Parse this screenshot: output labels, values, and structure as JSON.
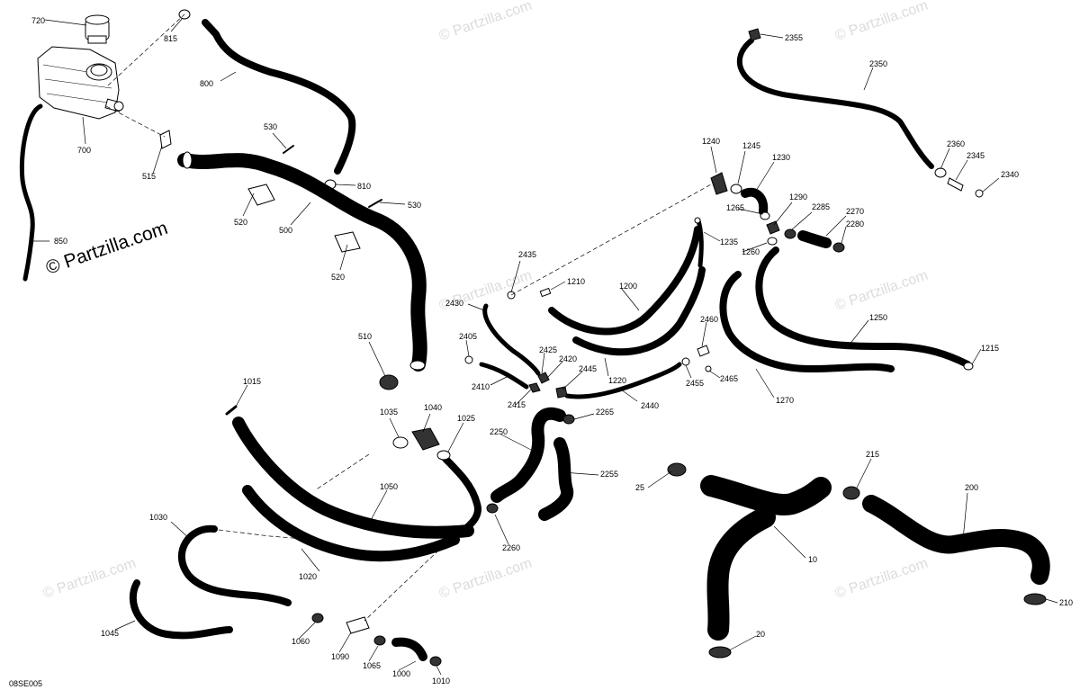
{
  "diagram": {
    "brand": "© Partzilla.com",
    "watermark": "© Partzilla.com",
    "drawing_code": "08SE005",
    "part_labels": [
      "720",
      "815",
      "800",
      "700",
      "515",
      "530",
      "810",
      "530",
      "520",
      "500",
      "520",
      "850",
      "510",
      "1015",
      "1035",
      "1040",
      "1025",
      "1050",
      "1030",
      "1020",
      "1045",
      "1060",
      "1090",
      "1065",
      "1000",
      "1010",
      "2250",
      "2265",
      "2255",
      "2260",
      "2435",
      "2430",
      "1210",
      "1200",
      "2405",
      "2425",
      "2420",
      "2445",
      "2410",
      "2415",
      "2440",
      "1220",
      "2460",
      "2455",
      "2465",
      "1240",
      "1245",
      "1230",
      "1265",
      "1290",
      "2285",
      "2270",
      "2280",
      "1235",
      "1260",
      "1250",
      "1215",
      "1270",
      "2355",
      "2350",
      "2360",
      "2345",
      "2340",
      "25",
      "10",
      "20",
      "215",
      "200",
      "210"
    ]
  }
}
